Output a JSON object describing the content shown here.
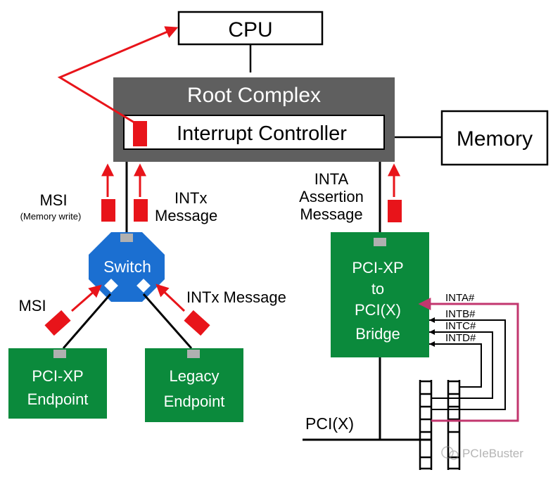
{
  "cpu": {
    "label": "CPU"
  },
  "root_complex": {
    "label": "Root Complex"
  },
  "interrupt_controller": {
    "label": "Interrupt Controller"
  },
  "memory": {
    "label": "Memory"
  },
  "msi_top": {
    "label": "MSI",
    "sub": "(Memory write)"
  },
  "intx_top": {
    "line1": "INTx",
    "line2": "Message"
  },
  "inta_assert": {
    "line1": "INTA",
    "line2": "Assertion",
    "line3": "Message"
  },
  "switch": {
    "label": "Switch"
  },
  "msi_lower": {
    "label": "MSI"
  },
  "intx_lower": {
    "label": "INTx Message"
  },
  "bridge": {
    "line1": "PCI-XP",
    "line2": "to",
    "line3": "PCI(X)",
    "line4": "Bridge"
  },
  "pcixp_endpoint": {
    "line1": "PCI-XP",
    "line2": "Endpoint"
  },
  "legacy_endpoint": {
    "line1": "Legacy",
    "line2": "Endpoint"
  },
  "int_lines": [
    "INTA#",
    "INTB#",
    "INTC#",
    "INTD#"
  ],
  "pcix_bus": {
    "label": "PCI(X)"
  },
  "watermark": {
    "label": "PCIeBuster"
  },
  "colors": {
    "green": "#0b8a3c",
    "red": "#e8141a",
    "blue": "#1b6fd1",
    "grey": "#5f5f5f",
    "magenta": "#c2366e"
  }
}
